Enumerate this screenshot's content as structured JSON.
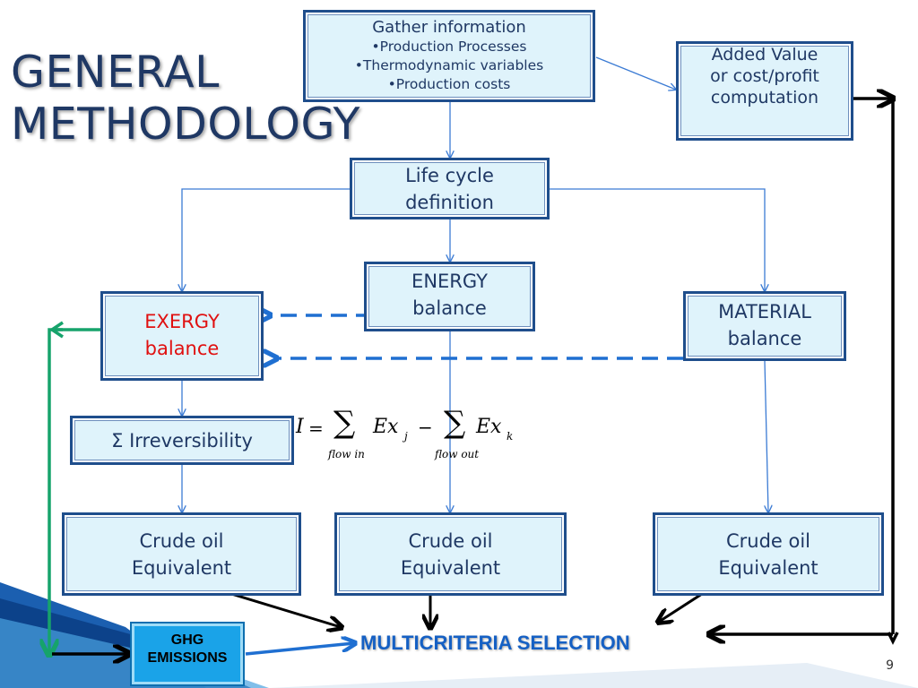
{
  "slide": {
    "title_lines": [
      "GENERAL",
      "METHODOLOGY"
    ],
    "page_number": "9"
  },
  "boxes": {
    "gather": {
      "heading": "Gather information",
      "bullets": [
        "•Production Processes",
        "•Thermodynamic variables",
        "•Production costs"
      ]
    },
    "added_value": {
      "lines": [
        "Added Value",
        "or cost/profit",
        "computation"
      ]
    },
    "life_cycle": {
      "lines": [
        "Life cycle",
        "definition"
      ]
    },
    "energy": {
      "lines": [
        "ENERGY",
        "balance"
      ]
    },
    "exergy": {
      "lines": [
        "EXERGY",
        "balance"
      ]
    },
    "material": {
      "lines": [
        "MATERIAL",
        "balance"
      ]
    },
    "irreversibility": {
      "symbol": "Σ",
      "label": "Irreversibility"
    },
    "crude_left": {
      "lines": [
        "Crude oil",
        "Equivalent"
      ]
    },
    "crude_mid": {
      "lines": [
        "Crude oil",
        "Equivalent"
      ]
    },
    "crude_right": {
      "lines": [
        "Crude oil",
        "Equivalent"
      ]
    },
    "ghg": {
      "lines": [
        "GHG",
        "EMISSIONS"
      ]
    },
    "multicriteria": {
      "label": "MULTICRITERIA SELECTION"
    }
  },
  "formula": {
    "lhs": "I",
    "equals": "=",
    "sigma": "∑",
    "term1": "Ex",
    "sub1": "j",
    "minus": "−",
    "term2": "Ex",
    "sub2": "k",
    "range1": "flow in",
    "range2": "flow out"
  },
  "colors": {
    "box_fill": "#dff3fb",
    "box_border": "#1f4e8c",
    "text": "#1f3864",
    "exergy_text": "#e01010",
    "connector": "#3b7bd4",
    "dashed_arrow": "#1f6fd1",
    "green_arrow": "#16a36b",
    "ghg_fill": "#1aa3e8",
    "multicriteria_text": "#1560c4"
  }
}
